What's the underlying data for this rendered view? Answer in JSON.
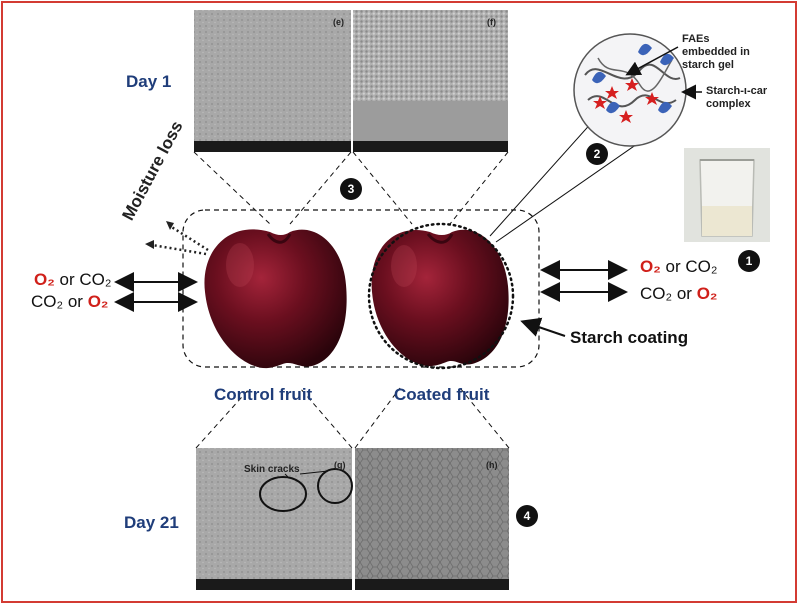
{
  "labels": {
    "day1": "Day 1",
    "day21": "Day 21",
    "control_fruit": "Control fruit",
    "coated_fruit": "Coated fruit",
    "moisture_loss": "Moisture loss",
    "starch_coating": "Starch coating",
    "faes": "FAEs embedded in starch gel",
    "faes_lines": [
      "FAEs",
      "embedded in",
      "starch gel"
    ],
    "complex_lines": [
      "Starch-ι-car",
      "complex"
    ],
    "skin_cracks": "Skin cracks"
  },
  "gas": {
    "o2": "O₂",
    "co2": "CO₂",
    "or": "or"
  },
  "panels": {
    "e": "(e)",
    "f": "(f)",
    "g": "(g)",
    "h": "(h)"
  },
  "steps": [
    "1",
    "2",
    "3",
    "4"
  ],
  "colors": {
    "frame": "#d33b33",
    "label_blue": "#1f3d7a",
    "red_text": "#d0201a",
    "cherry": "#6b0f1f"
  }
}
